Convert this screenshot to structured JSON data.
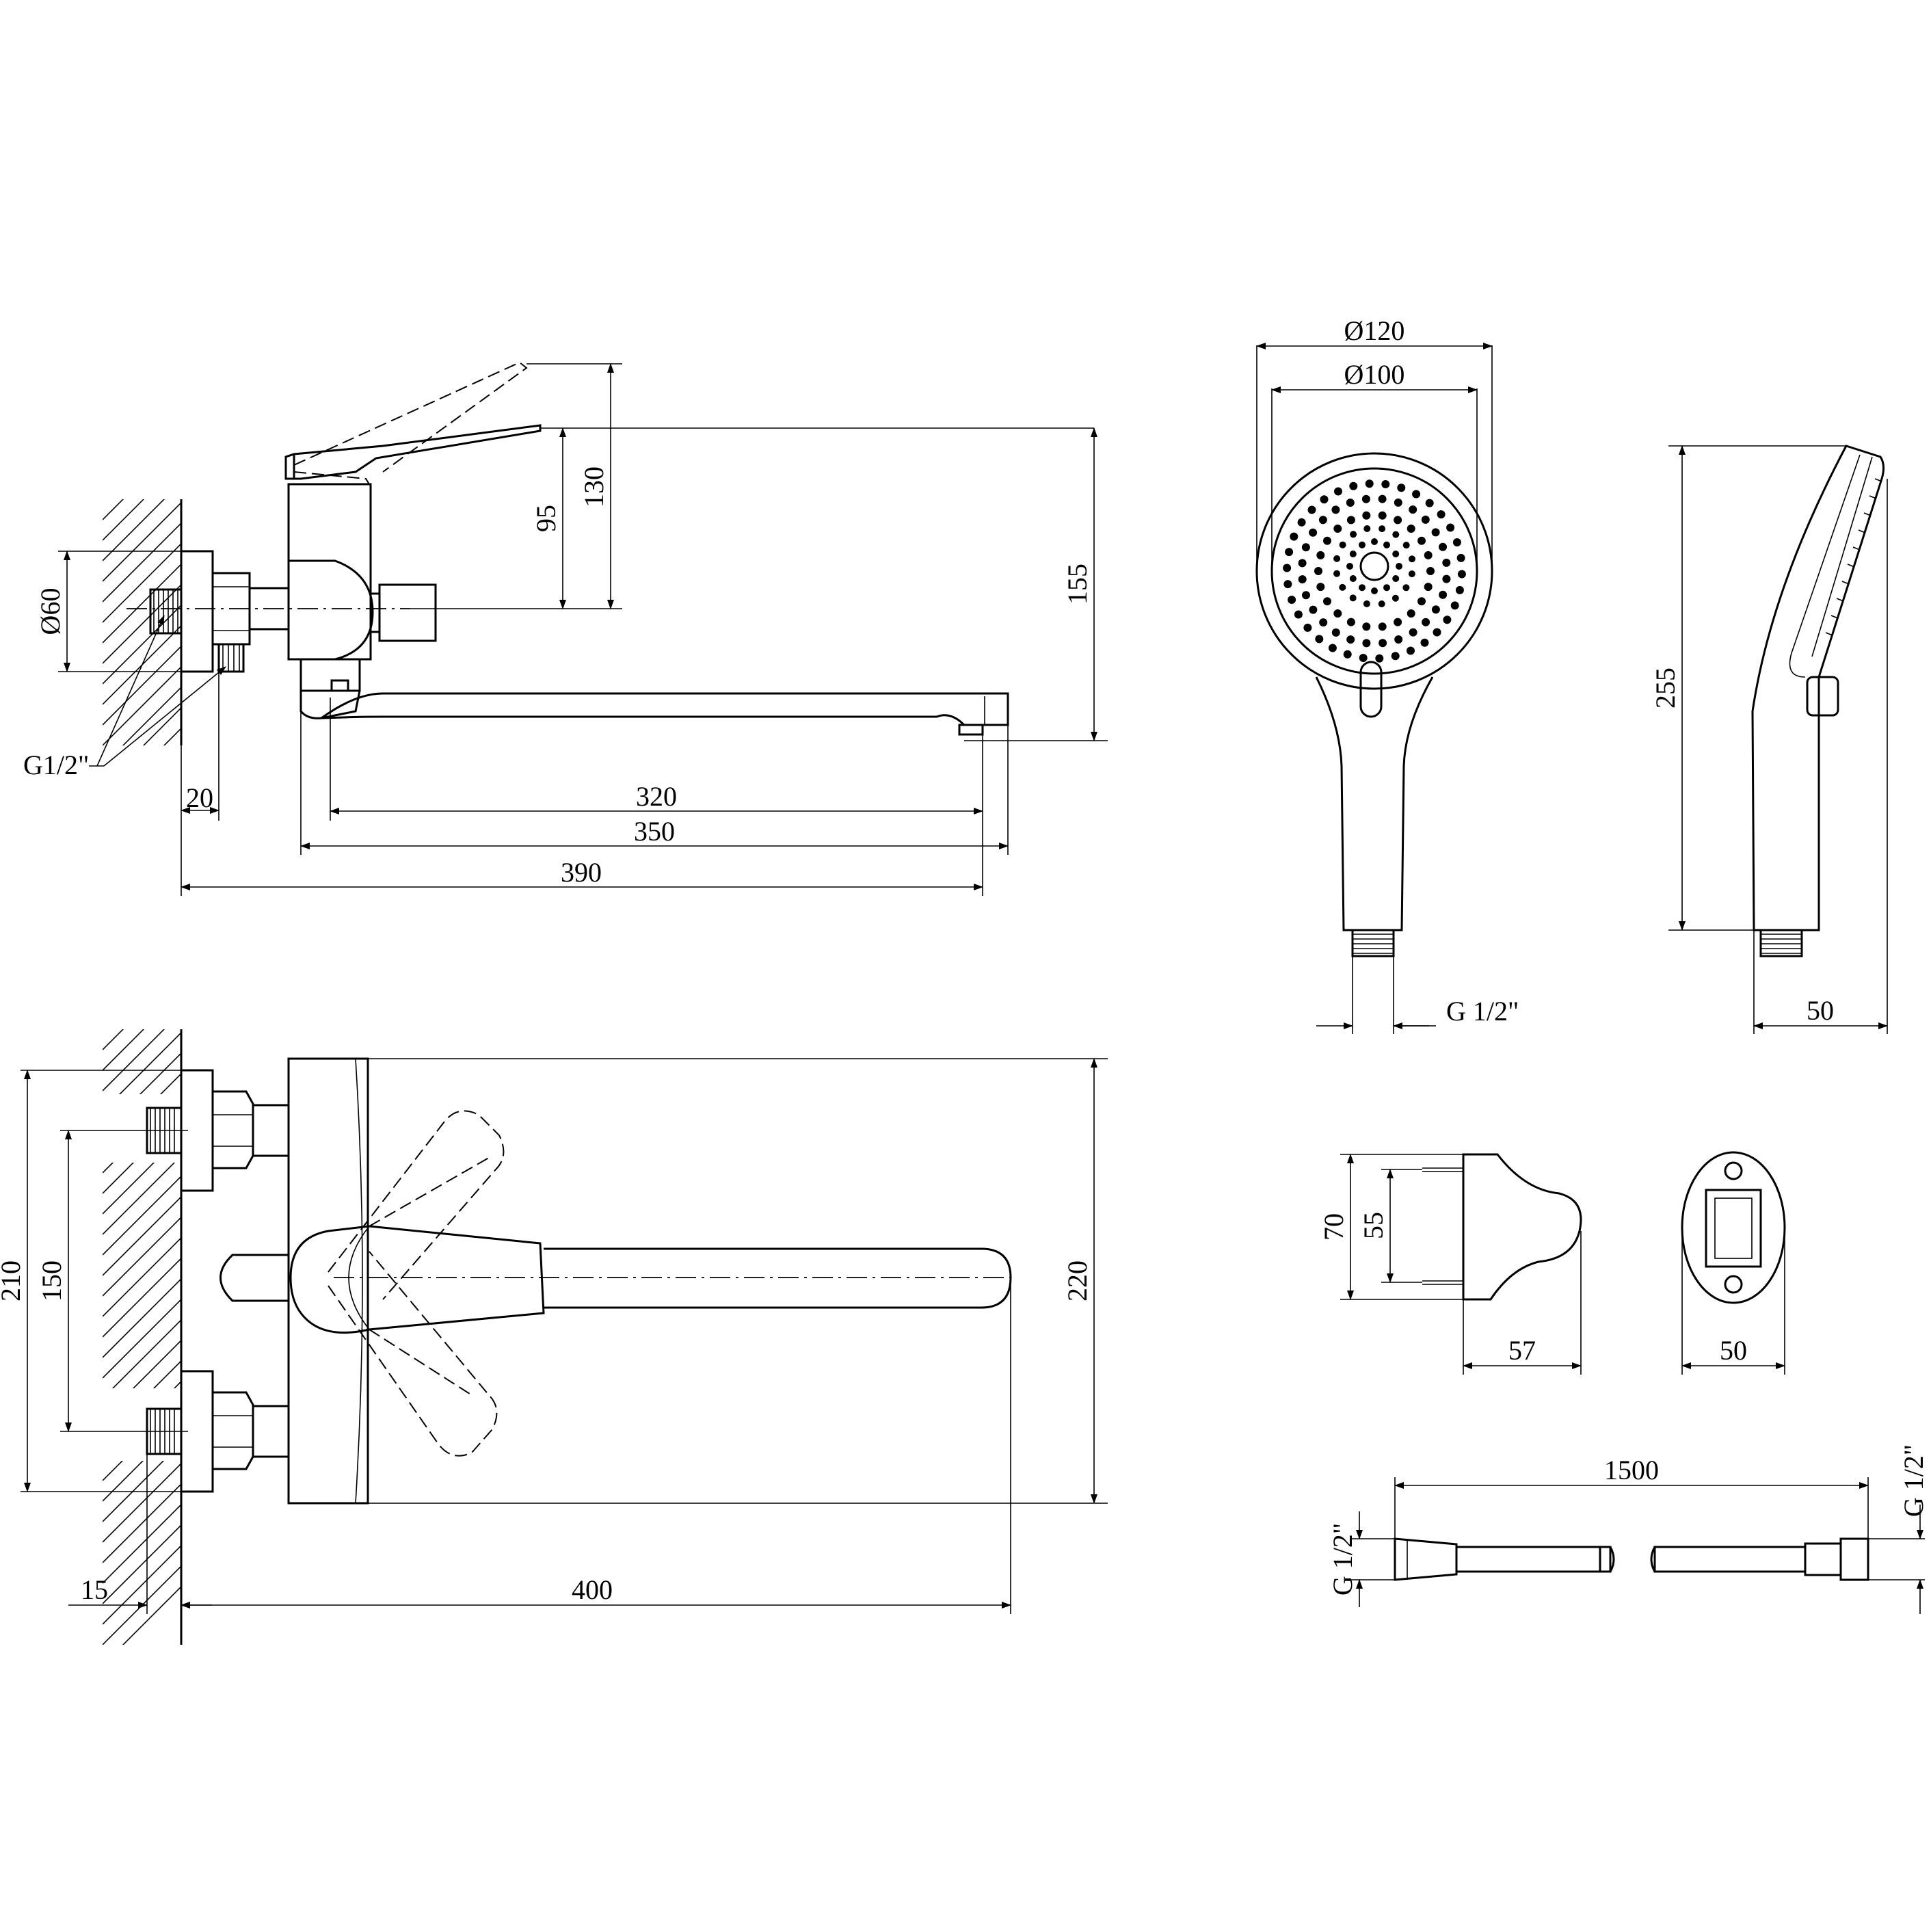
{
  "faucet_side": {
    "dim_130": "130",
    "dim_95": "95",
    "dim_155": "155",
    "dim_60": "Ø60",
    "dim_thread": "G1/2\"",
    "dim_20": "20",
    "dim_320": "320",
    "dim_350": "350",
    "dim_390": "390"
  },
  "faucet_top": {
    "dim_210": "210",
    "dim_150": "150",
    "dim_220": "220",
    "dim_15": "15",
    "dim_400": "400"
  },
  "shower_front": {
    "dim_120": "Ø120",
    "dim_100": "Ø100",
    "dim_thread": "G 1/2\""
  },
  "shower_side": {
    "dim_255": "255",
    "dim_50": "50"
  },
  "holder": {
    "dim_70": "70",
    "dim_55": "55",
    "dim_57": "57",
    "dim_50": "50"
  },
  "hose": {
    "dim_1500": "1500",
    "thread_left": "G 1/2\"",
    "thread_right": "G 1/2\""
  }
}
